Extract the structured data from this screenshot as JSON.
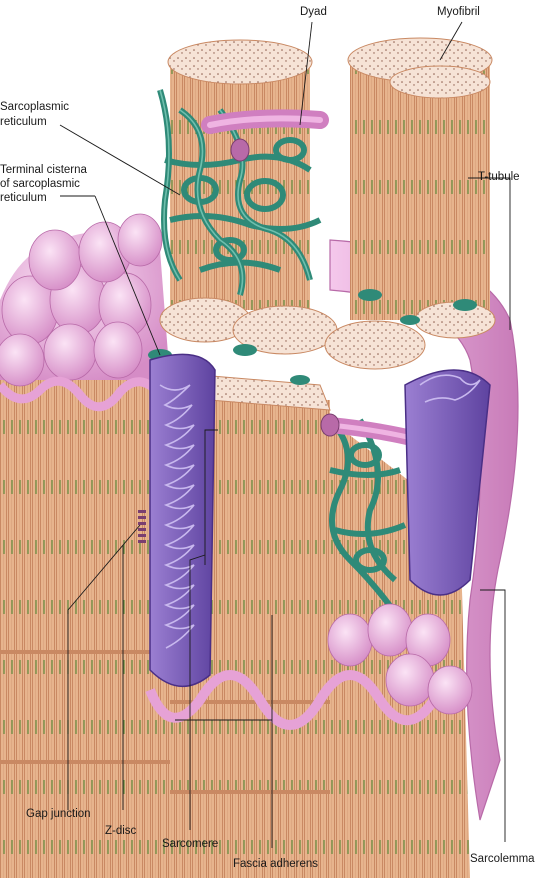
{
  "labels": {
    "dyad": "Dyad",
    "myofibril": "Myofibril",
    "sarcoplasmic_reticulum_1": "Sarcoplasmic",
    "sarcoplasmic_reticulum_2": "reticulum",
    "terminal_cisterna_1": "Terminal cisterna",
    "terminal_cisterna_2": "of sarcoplasmic",
    "terminal_cisterna_3": "reticulum",
    "t_tubule": "T-tubule",
    "gap_junction": "Gap junction",
    "z_disc": "Z-disc",
    "sarcomere": "Sarcomere",
    "fascia_adherens": "Fascia adherens",
    "sarcolemma": "Sarcolemma"
  },
  "colors": {
    "fibril": "#e7b48d",
    "fibril_line": "#c98963",
    "z_band": "#5f8a3a",
    "section_face": "#f6e3d6",
    "reticulum": "#2f8a78",
    "reticulum_light": "#6fbfad",
    "membrane": "#e6a2d6",
    "membrane_dark": "#b86aa8",
    "mitochondrion": "#7b5cb5",
    "mitochondrion_light": "#a993d8"
  }
}
